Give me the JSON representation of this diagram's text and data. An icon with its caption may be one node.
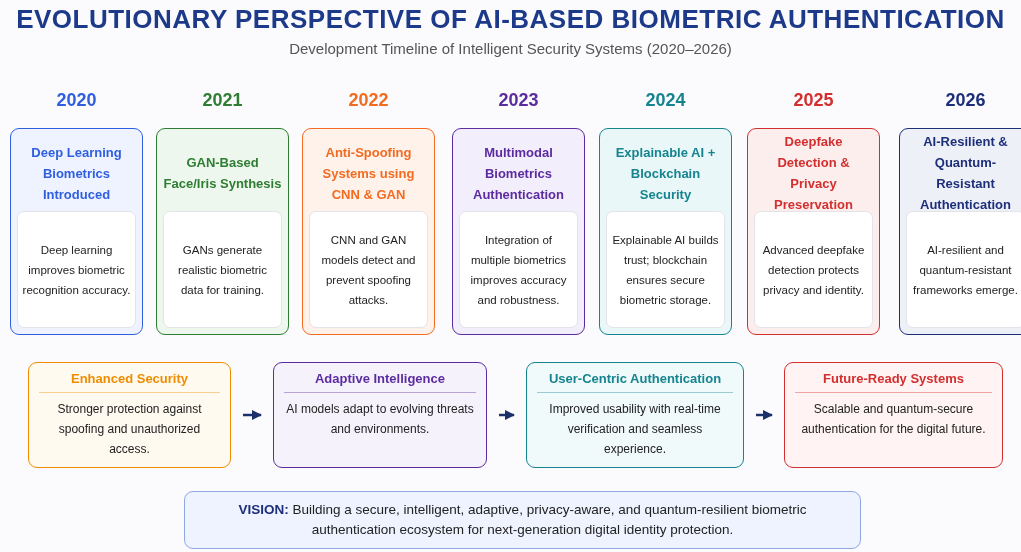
{
  "diagram": {
    "title": "EVOLUTIONARY PERSPECTIVE OF AI-BASED BIOMETRIC AUTHENTICATION",
    "labels": [
      "Development Timeline of Intelligent Security Systems (2020–2026)"
    ],
    "nodes": [
      {
        "text": [
          "Deep Learning Biometrics Introduced",
          "Deep learning improves biometric recognition accuracy."
        ],
        "beside": [
          "2020"
        ]
      },
      {
        "text": [
          "GAN-Based Face/Iris Synthesis",
          "GANs generate realistic biometric data for training."
        ],
        "beside": [
          "2021"
        ]
      },
      {
        "text": [
          "Anti-Spoofing Systems using CNN & GAN",
          "CNN and GAN models detect and prevent spoofing attacks."
        ],
        "beside": [
          "2022"
        ]
      },
      {
        "text": [
          "Multimodal Biometrics Authentication",
          "Integration of multiple biometrics improves accuracy and robustness."
        ],
        "beside": [
          "2023"
        ]
      },
      {
        "text": [
          "Explainable AI + Blockchain Security",
          "Explainable AI builds trust; blockchain ensures secure biometric storage."
        ],
        "beside": [
          "2024"
        ]
      },
      {
        "text": [
          "Deepfake Detection & Privacy Preservation",
          "Advanced deepfake detection protects privacy and identity."
        ],
        "beside": [
          "2025"
        ]
      },
      {
        "text": [
          "AI-Resilient & Quantum-Resistant Authentication",
          "AI-resilient and quantum-resistant frameworks emerge."
        ],
        "beside": [
          "2026"
        ]
      },
      {
        "text": [
          "Enhanced Security",
          "Stronger protection against spoofing and unauthorized access."
        ]
      },
      {
        "text": [
          "Adaptive Intelligence",
          "AI models adapt to evolving threats and environments."
        ]
      },
      {
        "text": [
          "User-Centric Authentication",
          "Improved usability with real-time verification and seamless experience."
        ]
      },
      {
        "text": [
          "Future-Ready Systems",
          "Scalable and quantum-secure authentication for the digital future."
        ]
      },
      {
        "text": [
          "**VISION:** Building a secure, intelligent, adaptive, privacy-aware, and quantum-resilient biometric authentication ecosystem for next-generation digital identity protection."
        ]
      }
    ],
    "edges": [
      {
        "from": 7,
        "to": 8,
        "arrow": "to"
      },
      {
        "from": 8,
        "to": 9,
        "arrow": "to"
      },
      {
        "from": 9,
        "to": 10,
        "arrow": "to"
      }
    ]
  }
}
